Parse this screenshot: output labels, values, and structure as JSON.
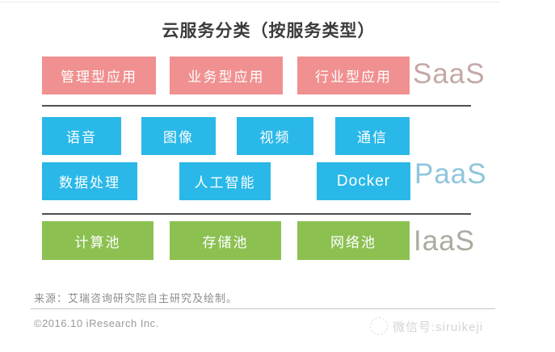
{
  "title": "云服务分类（按服务类型）",
  "colors": {
    "saas_box": "#f09090",
    "paas_box": "#29b8e8",
    "iaas_box": "#8cc152",
    "saas_label_text": "#c5a8a6",
    "paas_label_text": "#8fc6db",
    "iaas_label_text": "#abab9f",
    "divider": "#4f4f4f",
    "box_text": "#ffffff"
  },
  "saas": {
    "label": "SaaS",
    "boxes": [
      "管理型应用",
      "业务型应用",
      "行业型应用"
    ]
  },
  "paas": {
    "label": "PaaS",
    "row1": [
      "语音",
      "图像",
      "视频",
      "通信"
    ],
    "row2": [
      "数据处理",
      "人工智能",
      "Docker"
    ]
  },
  "iaas": {
    "label": "IaaS",
    "boxes": [
      "计算池",
      "存储池",
      "网络池"
    ]
  },
  "footer": {
    "source": "来源：艾瑞咨询研究院自主研究及绘制。",
    "copyright": "©2016.10 iResearch Inc.",
    "watermark": "微信号:siruikeji"
  }
}
